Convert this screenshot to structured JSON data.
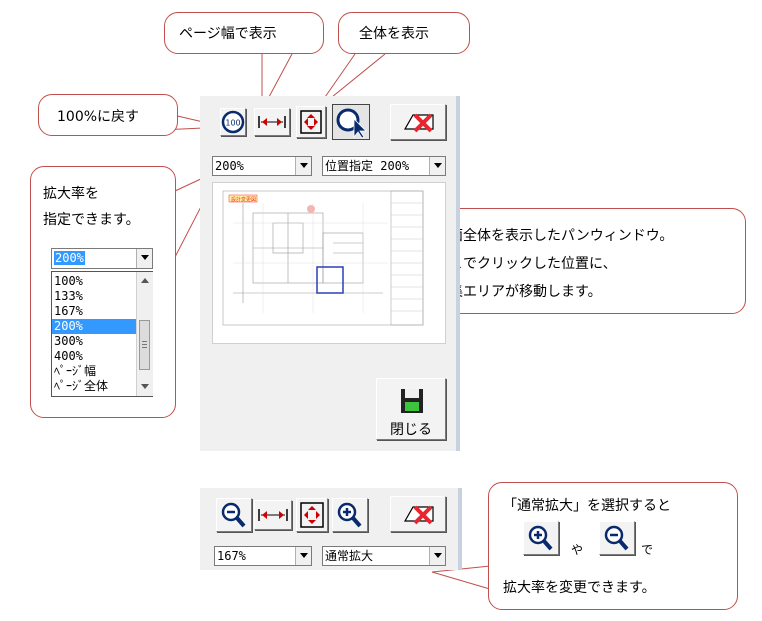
{
  "callouts": {
    "page_width": "ページ幅で表示",
    "fit_all": "全体を表示",
    "reset_100": "100%に戻す",
    "zoom_rate_line1": "拡大率を",
    "zoom_rate_line2": "指定できます。",
    "pan_line1": "図面全体を表示したパンウィンドウ。",
    "pan_line2": "ここでクリックした位置に、",
    "pan_line3": "編集エリアが移動します。",
    "normal_line1": "「通常拡大」を選択すると",
    "normal_ya": "や",
    "normal_de": "で",
    "normal_line3": "拡大率を変更できます。"
  },
  "top_panel": {
    "zoom_combo": "200%",
    "mode_combo": "位置指定 200%",
    "reset_icon_text": "100",
    "close_button": "閉じる",
    "pan_stamp": "設計変更図"
  },
  "dropdown_example": {
    "selected": "200%",
    "options": [
      "100%",
      "133%",
      "167%",
      "200%",
      "300%",
      "400%",
      "ﾍﾟｰｼﾞ幅",
      "ﾍﾟｰｼﾞ全体"
    ],
    "selected_index": 3
  },
  "bottom_panel": {
    "zoom_combo": "167%",
    "mode_combo": "通常拡大"
  },
  "colors": {
    "callout_border": "#c0504d",
    "selection": "#3399ff",
    "delete_red": "#e8262e"
  }
}
